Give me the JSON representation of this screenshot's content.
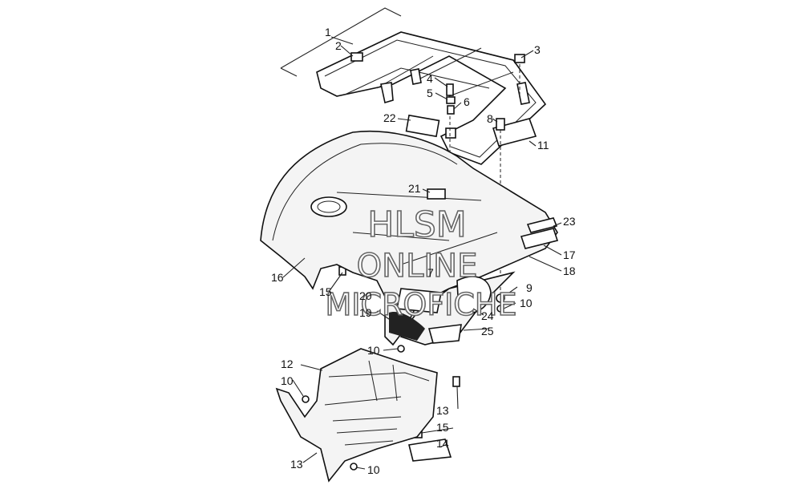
{
  "callouts": {
    "c1": "1",
    "c2": "2",
    "c3": "3",
    "c4": "4",
    "c5": "5",
    "c6": "6",
    "c7": "7",
    "c8": "8",
    "c9": "9",
    "c10a": "10",
    "c10b": "10",
    "c10c": "10",
    "c10d": "10",
    "c11": "11",
    "c12": "12",
    "c13a": "13",
    "c13b": "13",
    "c14": "14",
    "c15a": "15",
    "c15b": "15",
    "c16": "16",
    "c17": "17",
    "c18": "18",
    "c19": "19",
    "c20": "20",
    "c21": "21",
    "c22": "22",
    "c23": "23",
    "c24": "24",
    "c25": "25"
  },
  "watermark": {
    "line1": "HLSM",
    "line2": "ONLINE",
    "line3": "MICROFICHE"
  }
}
